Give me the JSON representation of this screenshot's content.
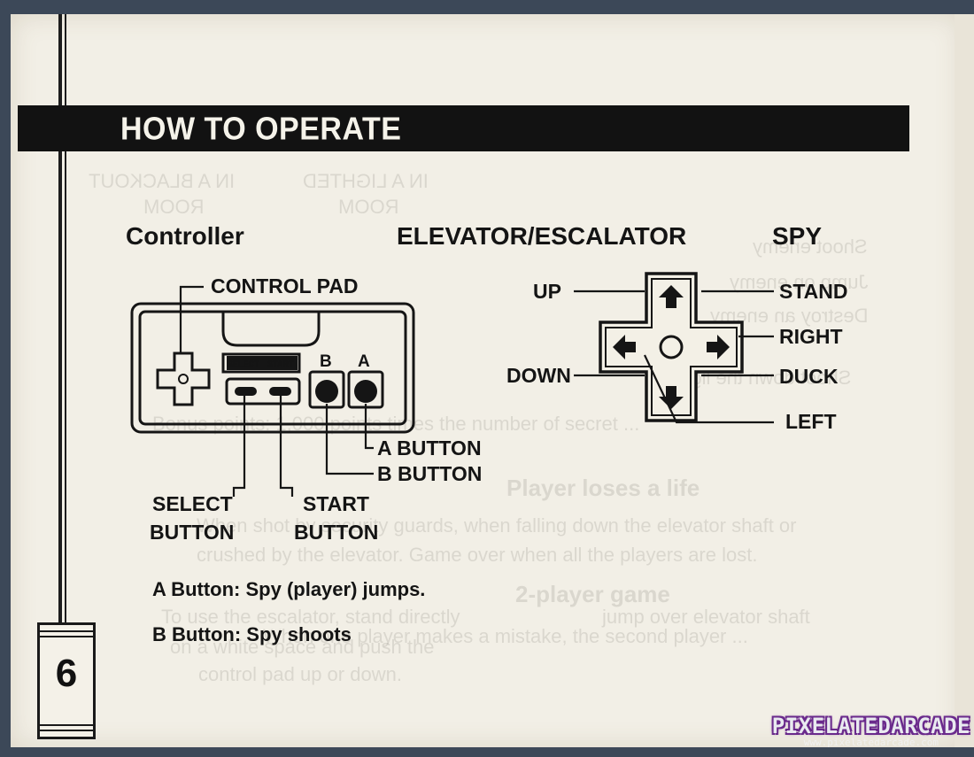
{
  "header": {
    "title": "HOW TO OPERATE"
  },
  "page_number": "6",
  "headings": {
    "controller": "Controller",
    "elevator": "ELEVATOR/ESCALATOR",
    "spy": "SPY"
  },
  "controller_labels": {
    "control_pad": "CONTROL PAD",
    "select_small": "SELECT",
    "start_small": "START",
    "b_small": "B",
    "a_small": "A",
    "a_button": "A BUTTON",
    "b_button": "B BUTTON",
    "select_button_1": "SELECT",
    "select_button_2": "BUTTON",
    "start_button_1": "START",
    "start_button_2": "BUTTON"
  },
  "dpad_labels": {
    "up": "UP",
    "down": "DOWN",
    "stand": "STAND",
    "right": "RIGHT",
    "duck": "DUCK",
    "left": "LEFT"
  },
  "instructions": {
    "a_button": "A Button: Spy (player) jumps.",
    "b_button": "B Button: Spy shoots"
  },
  "show_through": {
    "l1": "IN A BLACKOUT",
    "l2": "IN A LIGHTED",
    "l3": "ROOM",
    "l4": "ROOM",
    "l5": "Shoot enemy",
    "l6": "Jump on enemy",
    "l7": "Destroy an enemy",
    "l8": "Shoot down the light",
    "l9": "Bonus points: 1,000 points times the number of secret ...",
    "l10": "Player loses a life",
    "l11": "When shot by security guards, when falling down the elevator shaft or",
    "l12": "crushed by the elevator. Game over when all the players are lost.",
    "l13": "2-player game",
    "l14": "When one player makes a mistake, the second player ...",
    "l15": "To use the escalator, stand directly",
    "l16": "on a white space and push the",
    "l17": "control pad up or down.",
    "l18": "jump over elevator shaft"
  },
  "watermark": {
    "main": "PIXELATEDARCADE",
    "sub": "www.pixelatedarcade.com"
  },
  "colors": {
    "paper": "#f2efe6",
    "ink": "#141414",
    "background": "#3c4858",
    "watermark_outline": "#6a2a8c"
  }
}
